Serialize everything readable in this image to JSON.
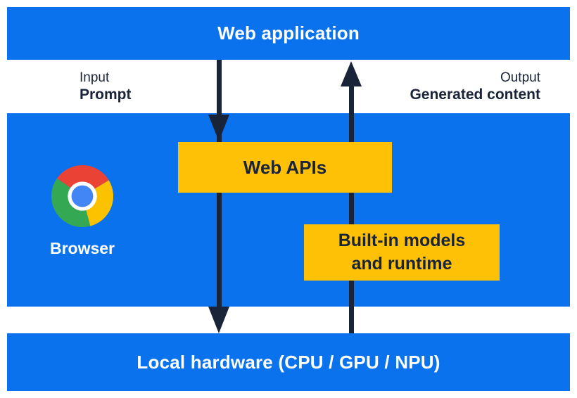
{
  "colors": {
    "blue": "#0B72EE",
    "yellow": "#FEC106",
    "navy": "#1A2438",
    "white": "#FFFFFF",
    "chrome_red": "#EA4335",
    "chrome_yellow": "#FCC200",
    "chrome_green": "#34A853",
    "chrome_blue": "#4285F4"
  },
  "diagram": {
    "web_application": "Web application",
    "input_label": "Input",
    "input_sublabel": "Prompt",
    "output_label": "Output",
    "output_sublabel": "Generated content",
    "browser_label": "Browser",
    "web_apis": "Web APIs",
    "builtin_line1": "Built-in models",
    "builtin_line2": "and runtime",
    "local_hardware": "Local hardware (CPU / GPU / NPU)"
  }
}
